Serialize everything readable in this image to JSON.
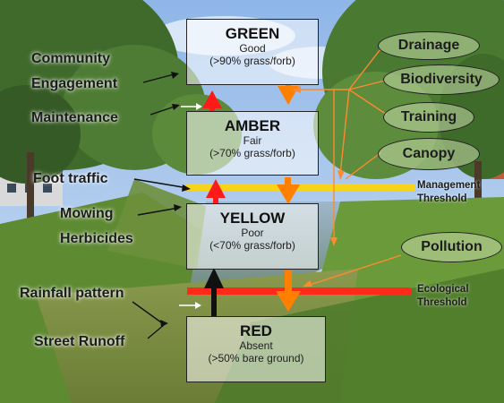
{
  "states": [
    {
      "name": "GREEN",
      "condition": "Good",
      "range": "(>90% grass/forb)"
    },
    {
      "name": "AMBER",
      "condition": "Fair",
      "range": "(>70% grass/forb)"
    },
    {
      "name": "YELLOW",
      "condition": "Poor",
      "range": "(<70% grass/forb)"
    },
    {
      "name": "RED",
      "condition": "Absent",
      "range": "(>50% bare ground)"
    }
  ],
  "drivers_left": {
    "community": "Community",
    "engagement": "Engagement",
    "maintenance": "Maintenance",
    "foot_traffic": "Foot traffic",
    "mowing": "Mowing",
    "herbicides": "Herbicides",
    "rainfall": "Rainfall pattern",
    "street_runoff": "Street Runoff"
  },
  "drivers_right": {
    "drainage": "Drainage",
    "biodiversity": "Biodiversity",
    "training": "Training",
    "canopy": "Canopy",
    "pollution": "Pollution"
  },
  "thresholds": {
    "management_line1": "Management",
    "management_line2": "Threshold",
    "ecological_line1": "Ecological",
    "ecological_line2": "Threshold"
  },
  "colors": {
    "management_threshold": "#f7d31a",
    "ecological_threshold": "#ff2a1a",
    "degradation_arrow": "#ff7f00",
    "recovery_arrow": "#ff1a1a",
    "driver_arrow": "#111111",
    "feedback_line": "#ff8a30"
  }
}
